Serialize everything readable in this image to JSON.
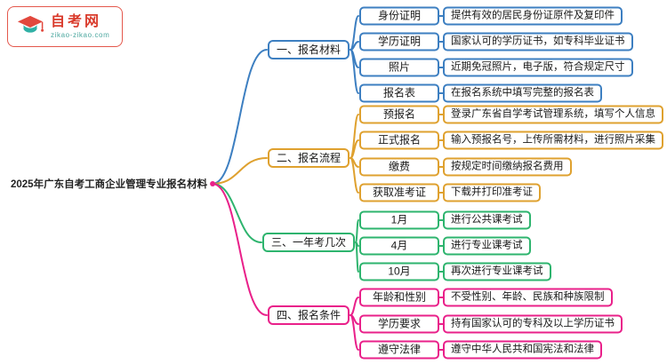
{
  "logo": {
    "title": "自考网",
    "subtitle": "zikao-zikao.com"
  },
  "root": {
    "label": "2025年广东自考工商企业管理专业报名材料",
    "color": "#e9208a"
  },
  "branches": [
    {
      "label": "一、报名材料",
      "color": "#3d7fc1",
      "items": [
        {
          "label": "身份证明",
          "detail": "提供有效的居民身份证原件及复印件"
        },
        {
          "label": "学历证明",
          "detail": "国家认可的学历证书，如专科毕业证书"
        },
        {
          "label": "照片",
          "detail": "近期免冠照片，电子版，符合规定尺寸"
        },
        {
          "label": "报名表",
          "detail": "在报名系统中填写完整的报名表"
        }
      ]
    },
    {
      "label": "二、报名流程",
      "color": "#dfa12f",
      "items": [
        {
          "label": "预报名",
          "detail": "登录广东省自学考试管理系统，填写个人信息"
        },
        {
          "label": "正式报名",
          "detail": "输入预报名号，上传所需材料，进行照片采集"
        },
        {
          "label": "缴费",
          "detail": "按规定时间缴纳报名费用"
        },
        {
          "label": "获取准考证",
          "detail": "下载并打印准考证"
        }
      ]
    },
    {
      "label": "三、一年考几次",
      "color": "#2eb46e",
      "items": [
        {
          "label": "1月",
          "detail": "进行公共课考试"
        },
        {
          "label": "4月",
          "detail": "进行专业课考试"
        },
        {
          "label": "10月",
          "detail": "再次进行专业课考试"
        }
      ]
    },
    {
      "label": "四、报名条件",
      "color": "#e9208a",
      "items": [
        {
          "label": "年龄和性别",
          "detail": "不受性别、年龄、民族和种族限制"
        },
        {
          "label": "学历要求",
          "detail": "持有国家认可的专科及以上学历证书"
        },
        {
          "label": "遵守法律",
          "detail": "遵守中华人民共和国宪法和法律"
        }
      ]
    }
  ]
}
